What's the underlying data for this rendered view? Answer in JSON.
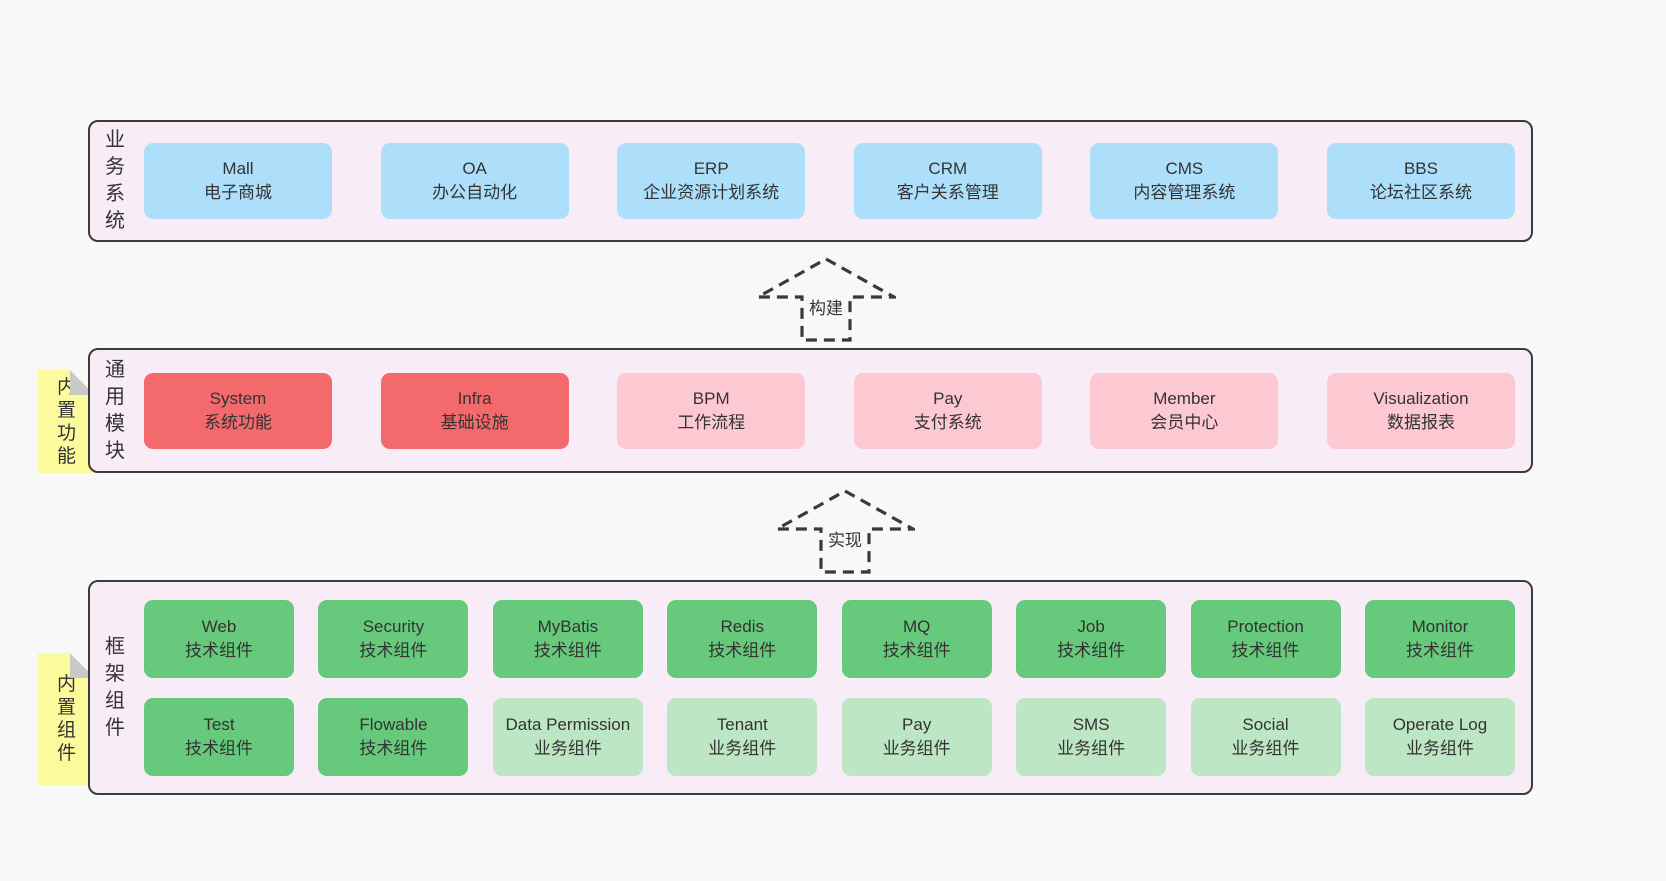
{
  "colors": {
    "page_bg": "#f8f8f8",
    "panel_bg": "#f8edf6",
    "panel_border": "#3c3c3c",
    "text": "#333333",
    "blue": "#addffa",
    "red": "#f3696c",
    "pink": "#fcc9d3",
    "green": "#67c97c",
    "light_green": "#bde6c5",
    "note_yellow": "#fbfa9d",
    "note_fold_gray": "#c9c9c9",
    "arrow_dash": "#3a3a3a"
  },
  "arrows": {
    "build": "构建",
    "implement": "实现"
  },
  "business": {
    "label": "业\n务\n系\n统",
    "boxes": [
      {
        "name": "Mall",
        "sub": "电子商城",
        "color": "#addffa"
      },
      {
        "name": "OA",
        "sub": "办公自动化",
        "color": "#addffa"
      },
      {
        "name": "ERP",
        "sub": "企业资源计划系统",
        "color": "#addffa"
      },
      {
        "name": "CRM",
        "sub": "客户关系管理",
        "color": "#addffa"
      },
      {
        "name": "CMS",
        "sub": "内容管理系统",
        "color": "#addffa"
      },
      {
        "name": "BBS",
        "sub": "论坛社区系统",
        "color": "#addffa"
      }
    ]
  },
  "common": {
    "label": "通\n用\n模\n块",
    "note": "内\n置\n功\n能",
    "boxes": [
      {
        "name": "System",
        "sub": "系统功能",
        "color": "#f3696c"
      },
      {
        "name": "Infra",
        "sub": "基础设施",
        "color": "#f3696c"
      },
      {
        "name": "BPM",
        "sub": "工作流程",
        "color": "#fcc9d3"
      },
      {
        "name": "Pay",
        "sub": "支付系统",
        "color": "#fcc9d3"
      },
      {
        "name": "Member",
        "sub": "会员中心",
        "color": "#fcc9d3"
      },
      {
        "name": "Visualization",
        "sub": "数据报表",
        "color": "#fcc9d3"
      }
    ]
  },
  "framework": {
    "label": "框\n架\n组\n件",
    "note": "内\n置\n组\n件",
    "row1": [
      {
        "name": "Web",
        "sub": "技术组件",
        "color": "#67c97c"
      },
      {
        "name": "Security",
        "sub": "技术组件",
        "color": "#67c97c"
      },
      {
        "name": "MyBatis",
        "sub": "技术组件",
        "color": "#67c97c"
      },
      {
        "name": "Redis",
        "sub": "技术组件",
        "color": "#67c97c"
      },
      {
        "name": "MQ",
        "sub": "技术组件",
        "color": "#67c97c"
      },
      {
        "name": "Job",
        "sub": "技术组件",
        "color": "#67c97c"
      },
      {
        "name": "Protection",
        "sub": "技术组件",
        "color": "#67c97c"
      },
      {
        "name": "Monitor",
        "sub": "技术组件",
        "color": "#67c97c"
      }
    ],
    "row2": [
      {
        "name": "Test",
        "sub": "技术组件",
        "color": "#67c97c"
      },
      {
        "name": "Flowable",
        "sub": "技术组件",
        "color": "#67c97c"
      },
      {
        "name": "Data Permission",
        "sub": "业务组件",
        "color": "#bde6c5"
      },
      {
        "name": "Tenant",
        "sub": "业务组件",
        "color": "#bde6c5"
      },
      {
        "name": "Pay",
        "sub": "业务组件",
        "color": "#bde6c5"
      },
      {
        "name": "SMS",
        "sub": "业务组件",
        "color": "#bde6c5"
      },
      {
        "name": "Social",
        "sub": "业务组件",
        "color": "#bde6c5"
      },
      {
        "name": "Operate Log",
        "sub": "业务组件",
        "color": "#bde6c5"
      }
    ]
  }
}
